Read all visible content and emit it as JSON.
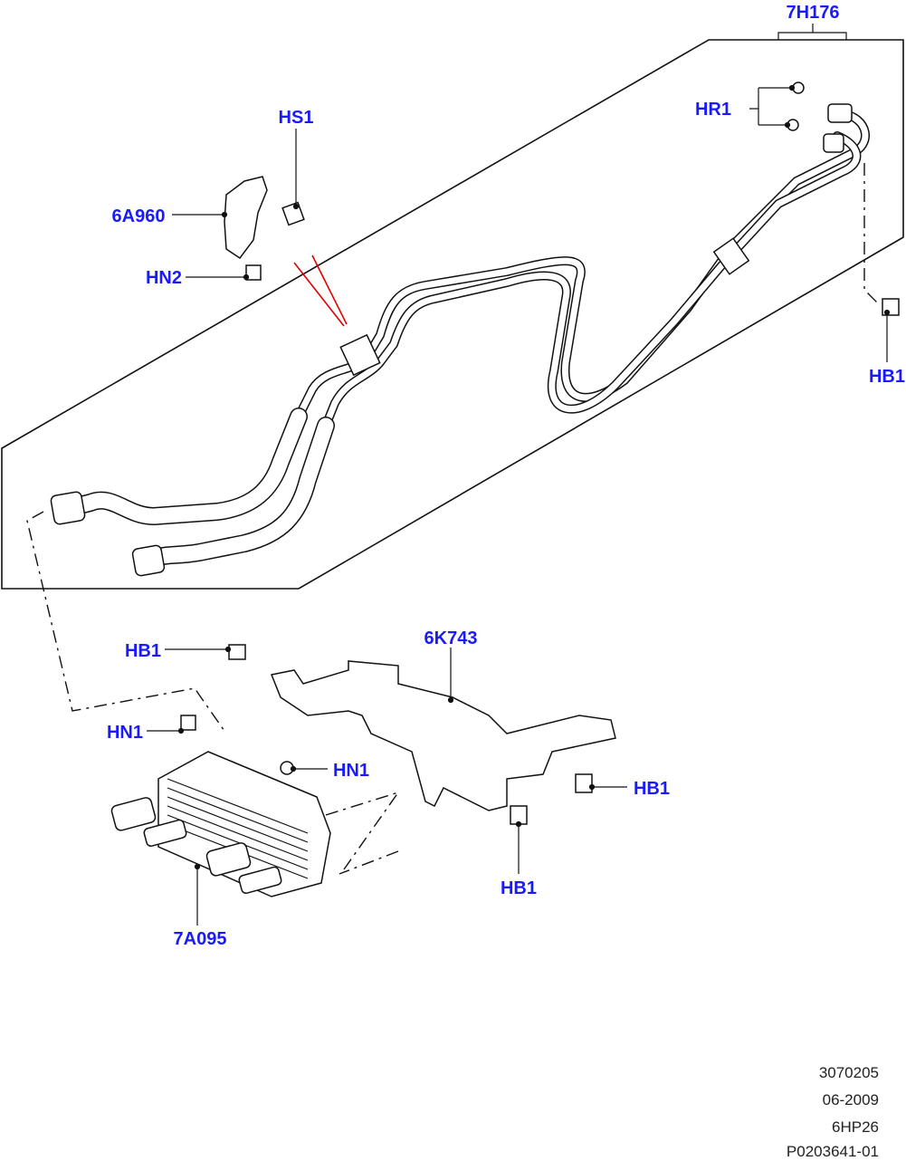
{
  "callouts": {
    "pipe_assembly": "7H176",
    "clip_hr1": "HR1",
    "bolt_hs1": "HS1",
    "bracket_6a960": "6A960",
    "nut_hn2": "HN2",
    "bolt_hb1_right": "HB1",
    "bolt_hb1_upper": "HB1",
    "bracket_6k743": "6K743",
    "nut_hn1_left": "HN1",
    "nut_hn1_right": "HN1",
    "bolt_hb1_mid": "HB1",
    "bolt_hb1_bottom": "HB1",
    "cooler_7a095": "7A095"
  },
  "meta": {
    "line1": "3070205",
    "line2": "06-2009",
    "line3": "6HP26",
    "line4": "P0203641-01"
  },
  "colors": {
    "callout": "#1a1aff",
    "outline": "#111111",
    "leader_red": "#e00000",
    "background": "#ffffff"
  }
}
